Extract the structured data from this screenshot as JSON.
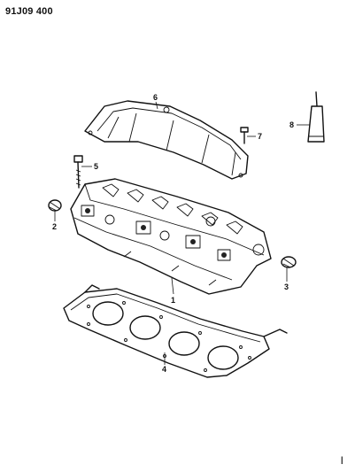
{
  "header": {
    "code": "91J09 400"
  },
  "callouts": [
    {
      "id": "1",
      "label": "1"
    },
    {
      "id": "2",
      "label": "2"
    },
    {
      "id": "3",
      "label": "3"
    },
    {
      "id": "4",
      "label": "4"
    },
    {
      "id": "5",
      "label": "5"
    },
    {
      "id": "6",
      "label": "6"
    },
    {
      "id": "7",
      "label": "7"
    },
    {
      "id": "8",
      "label": "8"
    }
  ],
  "footer": {
    "mark": "|"
  }
}
